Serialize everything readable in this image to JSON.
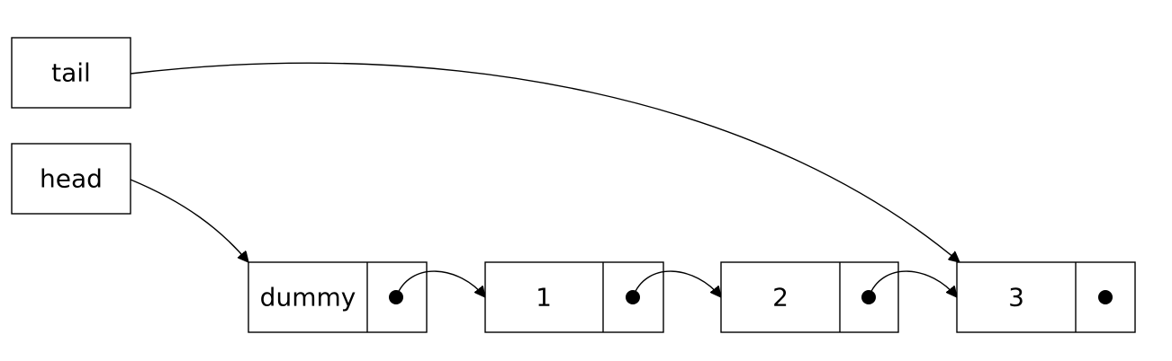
{
  "pointers": {
    "tail": "tail",
    "head": "head"
  },
  "nodes": [
    {
      "value": "dummy"
    },
    {
      "value": "1"
    },
    {
      "value": "2"
    },
    {
      "value": "3"
    }
  ],
  "colors": {
    "stroke": "#000000",
    "fill": "#ffffff"
  }
}
